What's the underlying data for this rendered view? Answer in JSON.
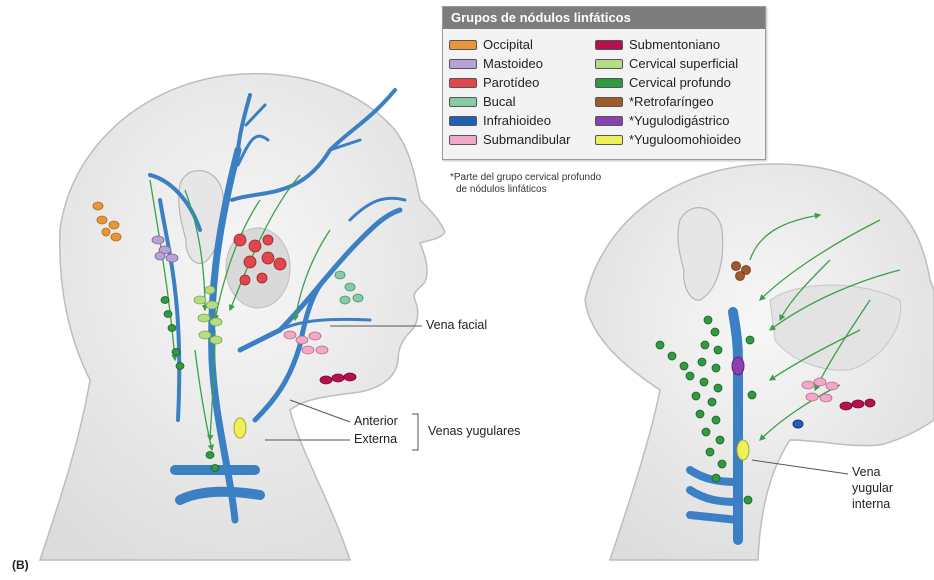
{
  "legend": {
    "title": "Grupos de nódulos linfáticos",
    "items": [
      {
        "label": "Occipital",
        "color": "#e8963a"
      },
      {
        "label": "Mastoideo",
        "color": "#b7a2d6"
      },
      {
        "label": "Parotídeo",
        "color": "#e0474c"
      },
      {
        "label": "Bucal",
        "color": "#86cba6"
      },
      {
        "label": "Infrahioideo",
        "color": "#1f5fb4"
      },
      {
        "label": "Submandibular",
        "color": "#f2a9c8"
      },
      {
        "label": "Submentoniano",
        "color": "#b8104e"
      },
      {
        "label": "Cervical superficial",
        "color": "#b7dd84"
      },
      {
        "label": "Cervical profundo",
        "color": "#2f9a3f"
      },
      {
        "label": "*Retrofaríngeo",
        "color": "#a05a2c"
      },
      {
        "label": "*Yugulodigástrico",
        "color": "#8c3fb3"
      },
      {
        "label": "*Yuguloomohioideo",
        "color": "#eef05a"
      }
    ],
    "footnote_line1": "*Parte del grupo cervical profundo",
    "footnote_line2": "de nódulos linfáticos"
  },
  "labels": {
    "vena_facial": "Vena facial",
    "anterior": "Anterior",
    "externa": "Externa",
    "venas_yugulares": "Venas yugulares",
    "vena_yugular_interna_1": "Vena",
    "vena_yugular_interna_2": "yugular",
    "vena_yugular_interna_3": "interna",
    "panel": "(B)"
  },
  "colors": {
    "vein": "#3b7fc4",
    "lymph_vessel": "#3aa14a",
    "skin_outline": "#c9c9c9"
  }
}
